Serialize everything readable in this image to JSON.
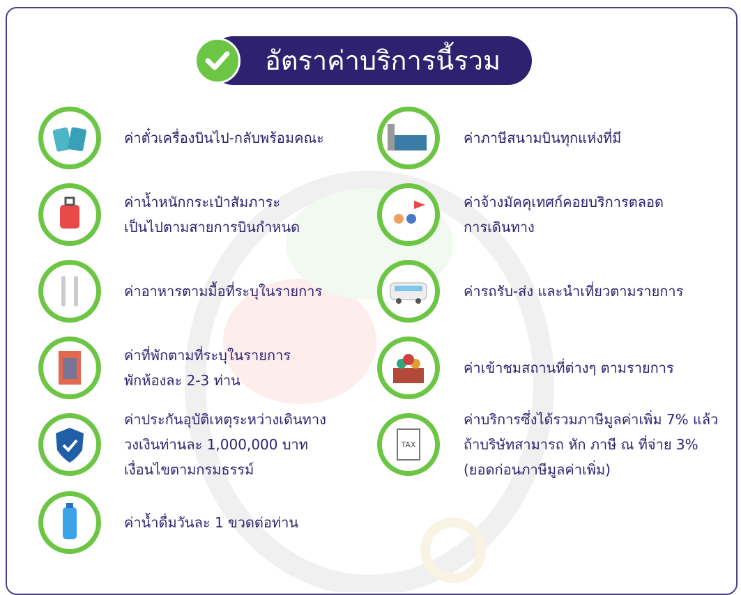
{
  "header": {
    "title": "อัตราค่าบริการนี้รวม"
  },
  "colors": {
    "accent": "#6cc644",
    "primary": "#2e2270"
  },
  "left_items": [
    {
      "icon": "ticket-icon",
      "lines": [
        "ค่าตั๋วเครื่องบินไป-กลับพร้อมคณะ"
      ]
    },
    {
      "icon": "luggage-icon",
      "lines": [
        "ค่าน้ำหนักกระเป๋าสัมภาระ",
        "เป็นไปตามสายการบินกำหนด"
      ]
    },
    {
      "icon": "cutlery-icon",
      "lines": [
        "ค่าอาหารตามมื้อที่ระบุในรายการ"
      ]
    },
    {
      "icon": "hotel-icon",
      "lines": [
        "ค่าที่พักตามที่ระบุในรายการ",
        "พักห้องละ 2-3 ท่าน"
      ]
    },
    {
      "icon": "shield-icon",
      "lines": [
        "ค่าประกันอุบัติเหตุระหว่างเดินทาง",
        "วงเงินท่านละ 1,000,000 บาท",
        "เงื่อนไขตามกรมธรรม์"
      ]
    },
    {
      "icon": "water-bottle-icon",
      "lines": [
        "ค่าน้ำดื่มวันละ 1 ขวดต่อท่าน"
      ]
    }
  ],
  "right_items": [
    {
      "icon": "airport-icon",
      "lines": [
        "ค่าภาษีสนามบินทุกแห่งที่มี"
      ]
    },
    {
      "icon": "tour-guide-icon",
      "lines": [
        "ค่าจ้างมัคคุเทศก์คอยบริการตลอด",
        "การเดินทาง"
      ]
    },
    {
      "icon": "bus-icon",
      "lines": [
        "ค่ารถรับ-ส่ง และนำเที่ยวตามรายการ"
      ]
    },
    {
      "icon": "landmark-icon",
      "lines": [
        "ค่าเข้าชมสถานที่ต่างๆ ตามรายการ"
      ]
    },
    {
      "icon": "tax-document-icon",
      "lines": [
        "ค่าบริการซึ่งได้รวมภาษีมูลค่าเพิ่ม 7% แล้ว",
        "ถ้าบริษัทสามารถ หัก ภาษี ณ ที่จ่าย 3%",
        "(ยอดก่อนภาษีมูลค่าเพิ่ม)"
      ]
    }
  ]
}
